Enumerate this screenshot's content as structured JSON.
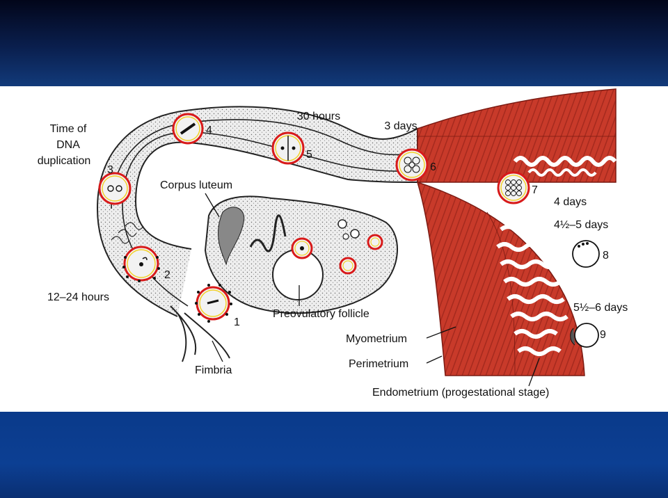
{
  "labels": {
    "time_of_dna_1": "Time of",
    "time_of_dna_2": "DNA",
    "time_of_dna_3": "duplication",
    "hours_30": "30 hours",
    "days_3": "3 days",
    "corpus_luteum": "Corpus luteum",
    "days_4": "4 days",
    "days_45_5": "4½–5 days",
    "days_55_6": "5½–6 days",
    "hours_12_24": "12–24 hours",
    "preovulatory_follicle": "Preovulatory follicle",
    "myometrium": "Myometrium",
    "perimetrium": "Perimetrium",
    "endometrium": "Endometrium (progestational stage)",
    "fimbria": "Fimbria"
  },
  "stages": [
    "1",
    "2",
    "3",
    "4",
    "5",
    "6",
    "7",
    "8",
    "9"
  ],
  "colors": {
    "uterus_red": "#c83a2a",
    "uterus_dark": "#a52a1e",
    "highlight_ring": "#d81a1a",
    "highlight_inner": "#f2d12a",
    "band_top": "#0a1f4e",
    "band_bottom": "#0c3f93"
  }
}
